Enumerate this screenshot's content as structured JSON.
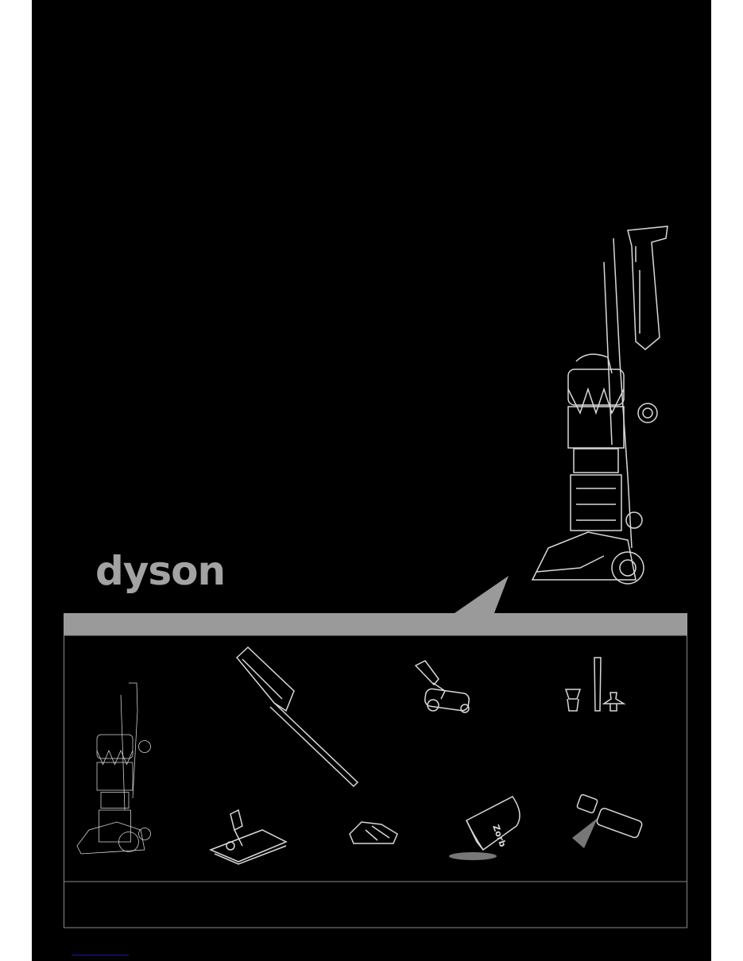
{
  "brand": {
    "logo_text": "dyson",
    "logo_color": "#a3a3a3"
  },
  "colors": {
    "background": "#000000",
    "band": "#9a9a9a",
    "line_art": "#d8d8d8"
  },
  "accessories": {
    "bag_label": "Zorb"
  },
  "illustrations": [
    "upright-vacuum-large",
    "upright-vacuum-small",
    "extension-wand",
    "mini-turbine-head",
    "tool-set",
    "floor-tool",
    "stair-tool",
    "zorb-powder-bag",
    "spray-can"
  ]
}
